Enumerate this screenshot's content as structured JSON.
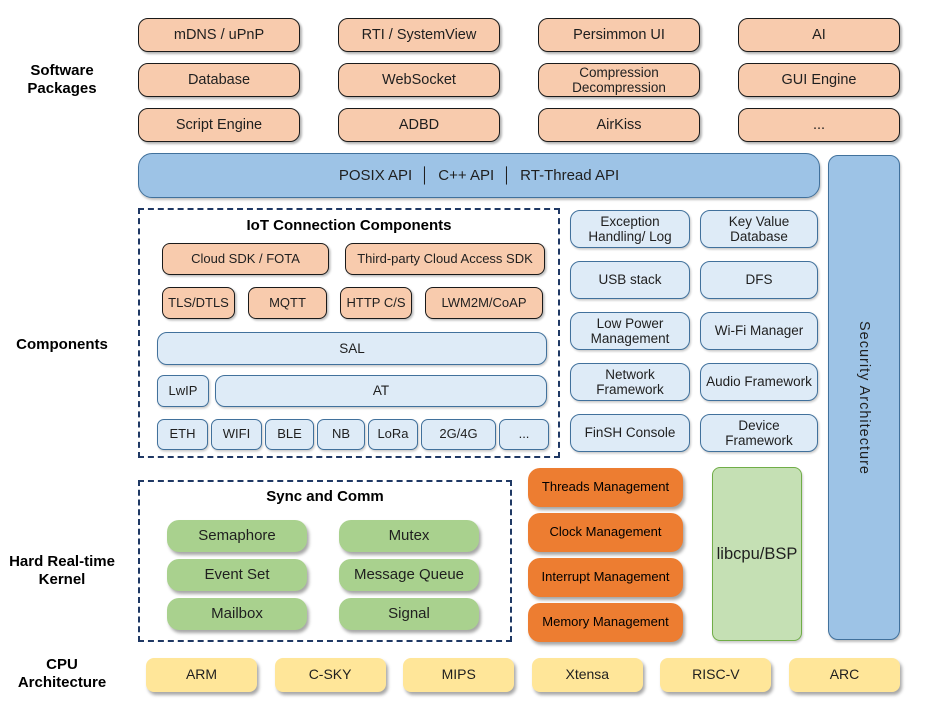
{
  "labels": {
    "software_packages": "Software Packages",
    "components": "Components",
    "kernel": "Hard Real-time Kernel",
    "cpu": "CPU Architecture"
  },
  "software_packages": {
    "items": [
      "mDNS / uPnP",
      "RTI / SystemView",
      "Persimmon UI",
      "AI",
      "Database",
      "WebSocket",
      "Compression Decompression",
      "GUI Engine",
      "Script Engine",
      "ADBD",
      "AirKiss",
      "..."
    ]
  },
  "api_bar": {
    "label": "POSIX API  │  C++ API  │  RT-Thread API"
  },
  "security": {
    "label": "Security Architecture"
  },
  "iot": {
    "title": "IoT Connection Components",
    "cloud_boxes": [
      "Cloud SDK / FOTA",
      "Third-party Cloud Access SDK"
    ],
    "protocol_boxes": [
      "TLS/DTLS",
      "MQTT",
      "HTTP C/S",
      "LWM2M/CoAP"
    ],
    "sal": "SAL",
    "lwip": "LwIP",
    "at": "AT",
    "links": [
      "ETH",
      "WIFI",
      "BLE",
      "NB",
      "LoRa",
      "2G/4G",
      "..."
    ]
  },
  "services": {
    "items": [
      "Exception Handling/ Log",
      "Key Value Database",
      "USB stack",
      "DFS",
      "Low Power Management",
      "Wi-Fi Manager",
      "Network Framework",
      "Audio Framework",
      "FinSH Console",
      "Device Framework"
    ]
  },
  "sync_comm": {
    "title": "Sync and Comm",
    "items": [
      "Semaphore",
      "Mutex",
      "Event Set",
      "Message Queue",
      "Mailbox",
      "Signal"
    ]
  },
  "kernel_mgmt": {
    "items": [
      "Threads Management",
      "Clock Management",
      "Interrupt Management",
      "Memory Management"
    ]
  },
  "libcpu": {
    "label": "libcpu/BSP"
  },
  "cpu_arch": {
    "items": [
      "ARM",
      "C-SKY",
      "MIPS",
      "Xtensa",
      "RISC-V",
      "ARC"
    ]
  },
  "colors": {
    "package_fill": "#F8CBAD",
    "api_fill": "#9DC3E6",
    "api_border": "#41719C",
    "service_fill": "#DEEBF7",
    "dashed_border": "#1F3864",
    "ipc_fill": "#A9D18E",
    "mgmt_fill": "#ED7D31",
    "libcpu_fill": "#C5E0B4",
    "libcpu_border": "#70AD47",
    "cpu_fill": "#FFE699"
  }
}
